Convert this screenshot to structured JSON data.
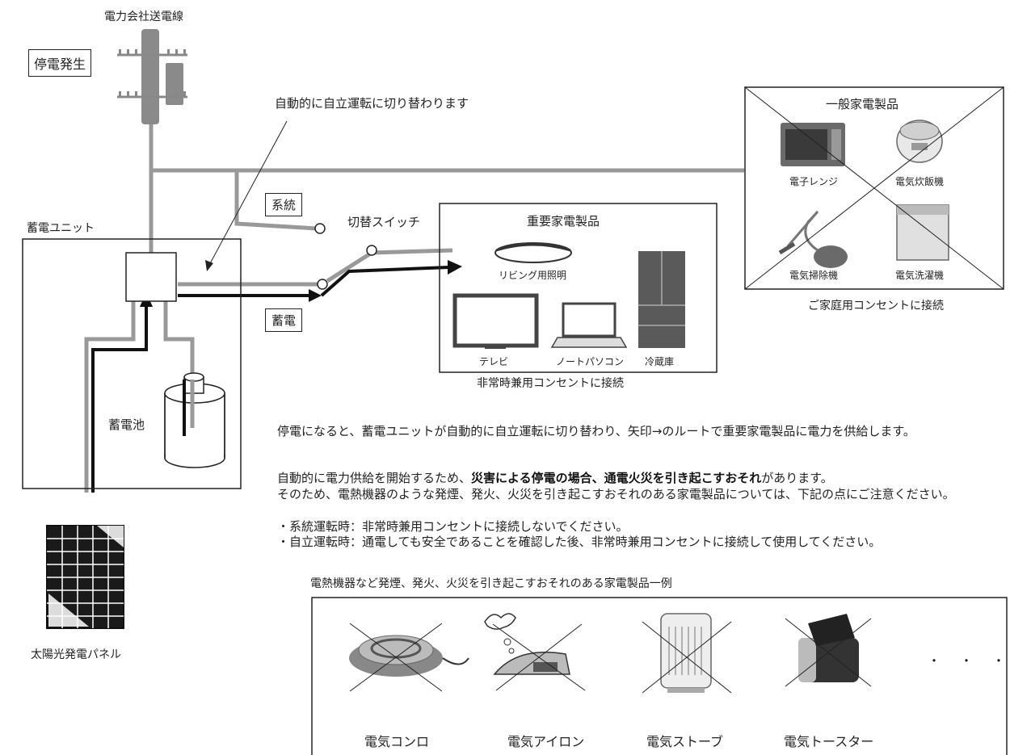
{
  "labels": {
    "power_line": "電力会社送電線",
    "outage": "停電発生",
    "auto_switch": "自動的に自立運転に切り替わります",
    "grid": "系統",
    "switch": "切替スイッチ",
    "storage_unit": "蓄電ユニット",
    "charge": "蓄電",
    "battery": "蓄電池",
    "solar_panel": "太陽光発電パネル"
  },
  "important_appliances": {
    "title": "重要家電製品",
    "items": [
      "リビング用照明",
      "テレビ",
      "ノートパソコン",
      "冷蔵庫"
    ],
    "caption": "非常時兼用コンセントに接続"
  },
  "general_appliances": {
    "title": "一般家電製品",
    "items": [
      "電子レンジ",
      "電気炊飯機",
      "電気掃除機",
      "電気洗濯機"
    ],
    "caption": "ご家庭用コンセントに接続"
  },
  "description": {
    "p1": "停電になると、蓄電ユニットが自動的に自立運転に切り替わり、矢印→のルートで重要家電製品に電力を供給します。",
    "p2_pre": "自動的に電力供給を開始するため、",
    "p2_bold": "災害による停電の場合、通電火災を引き起こすおそれ",
    "p2_post": "があります。",
    "p3": "そのため、電熱機器のような発煙、発火、火災を引き起こすおそれのある家電製品については、下記の点にご注意ください。",
    "bullet1": "・系統運転時：非常時兼用コンセントに接続しないでください。",
    "bullet2": "・自立運転時：通電しても安全であることを確認した後、非常時兼用コンセントに接続して使用してください。"
  },
  "heating_examples": {
    "title": "電熱機器など発煙、発火、火災を引き起こすおそれのある家電製品一例",
    "items": [
      "電気コンロ",
      "電気アイロン",
      "電気ストーブ",
      "電気トースター"
    ],
    "ellipsis": "・　・　・"
  }
}
